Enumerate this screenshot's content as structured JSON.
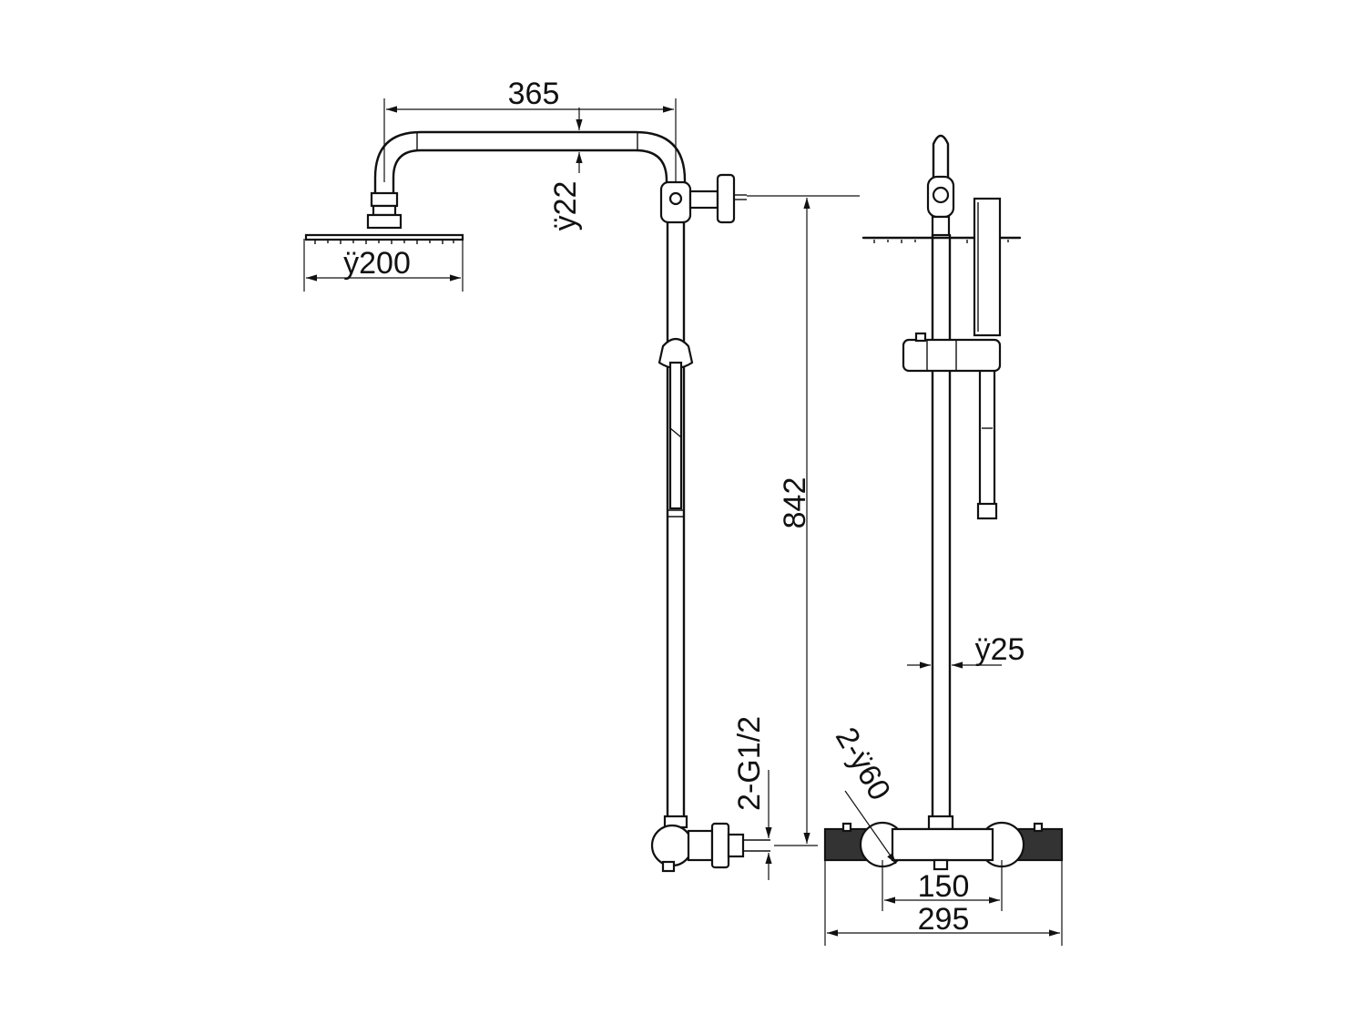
{
  "dimensions": {
    "arm_length": "365",
    "arm_diameter": "ÿ22",
    "head_diameter": "ÿ200",
    "height": "842",
    "inlet_thread": "2-G1/2",
    "body_diameter": "2-ÿ60",
    "rail_diameter": "ÿ25",
    "inlet_spacing": "150",
    "body_width": "295"
  },
  "colors": {
    "line": "#111111",
    "background": "#ffffff"
  }
}
